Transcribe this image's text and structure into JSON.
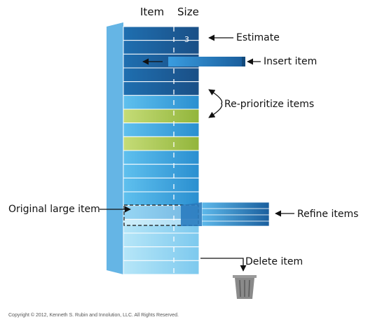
{
  "header": {
    "item_label": "Item",
    "size_label": "Size"
  },
  "annotations": {
    "estimate": "Estimate",
    "estimate_value": "3",
    "insert": "Insert item",
    "reprioritize": "Re-prioritize items",
    "original": "Original large item",
    "refine": "Refine items",
    "delete": "Delete item"
  },
  "footer": {
    "copyright": "Copyright © 2012, Kenneth S. Rubin and Innolution, LLC. All Rights Reserved."
  },
  "colors": {
    "dark_blue": "#1a5f9e",
    "mid_blue": "#3aa3e0",
    "light_blue": "#8fd4f2",
    "green": "#a6c64a",
    "stroke": "#ffffff"
  },
  "stack": {
    "rows": [
      "dark",
      "dark",
      "dark",
      "dark",
      "dark",
      "mid",
      "green",
      "mid",
      "green",
      "mid",
      "mid",
      "mid",
      "mid",
      "mid",
      "light",
      "light",
      "light",
      "light"
    ]
  }
}
